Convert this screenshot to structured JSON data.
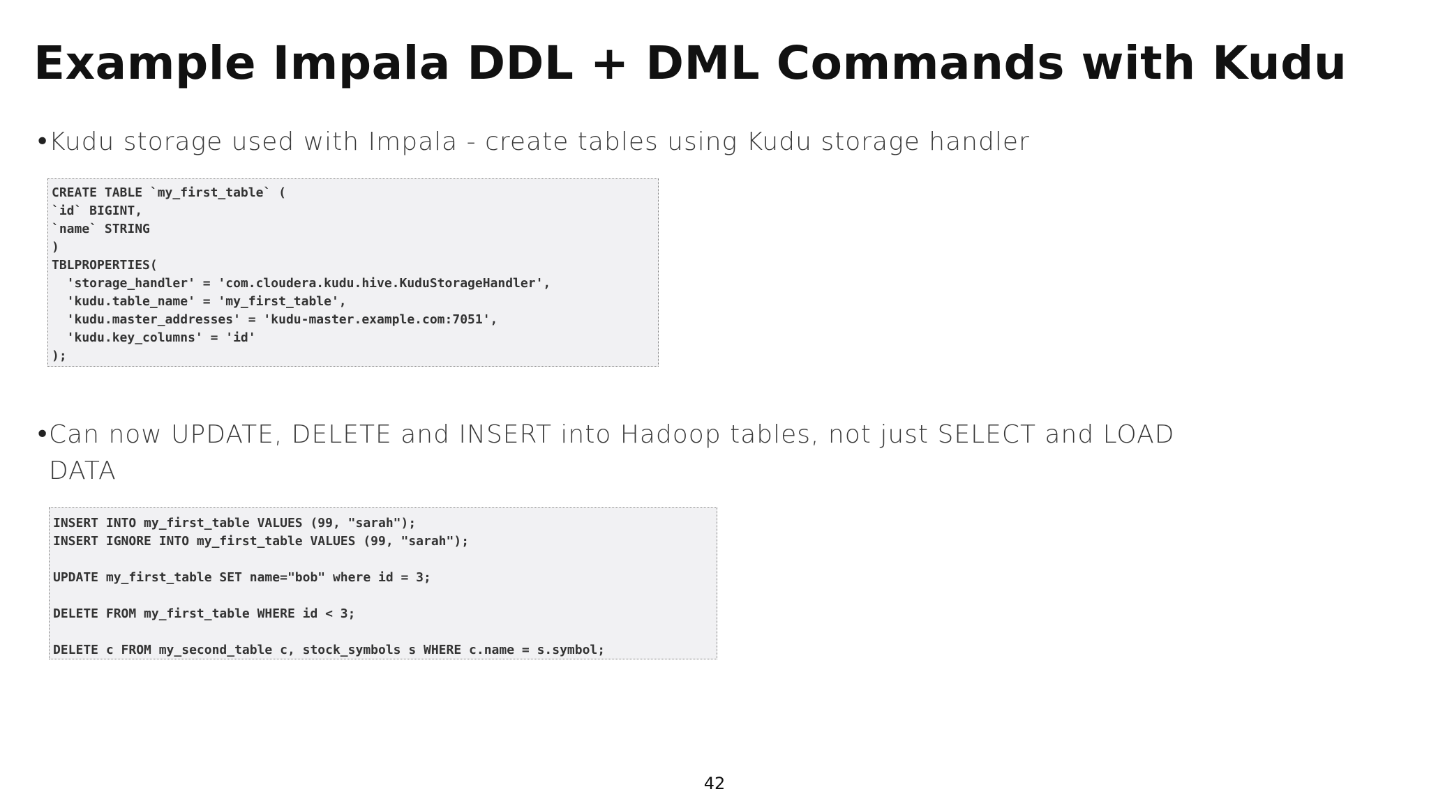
{
  "slide": {
    "title": "Example Impala DDL + DML Commands with Kudu",
    "bullets": [
      {
        "marker": "•",
        "text": "Kudu storage used with Impala - create tables using Kudu storage handler"
      },
      {
        "marker": "•",
        "text": "Can now UPDATE, DELETE and INSERT into Hadoop tables, not just SELECT and LOAD DATA"
      }
    ],
    "code_blocks": [
      {
        "lines": [
          "CREATE TABLE `my_first_table` (",
          "`id` BIGINT,",
          "`name` STRING",
          ")",
          "TBLPROPERTIES(",
          "  'storage_handler' = 'com.cloudera.kudu.hive.KuduStorageHandler',",
          "  'kudu.table_name' = 'my_first_table',",
          "  'kudu.master_addresses' = 'kudu-master.example.com:7051',",
          "  'kudu.key_columns' = 'id'",
          ");"
        ]
      },
      {
        "lines": [
          "INSERT INTO my_first_table VALUES (99, \"sarah\");",
          "INSERT IGNORE INTO my_first_table VALUES (99, \"sarah\");",
          "",
          "UPDATE my_first_table SET name=\"bob\" where id = 3;",
          "",
          "DELETE FROM my_first_table WHERE id < 3;",
          "",
          "DELETE c FROM my_second_table c, stock_symbols s WHERE c.name = s.symbol;"
        ]
      }
    ],
    "page_number": "42"
  }
}
